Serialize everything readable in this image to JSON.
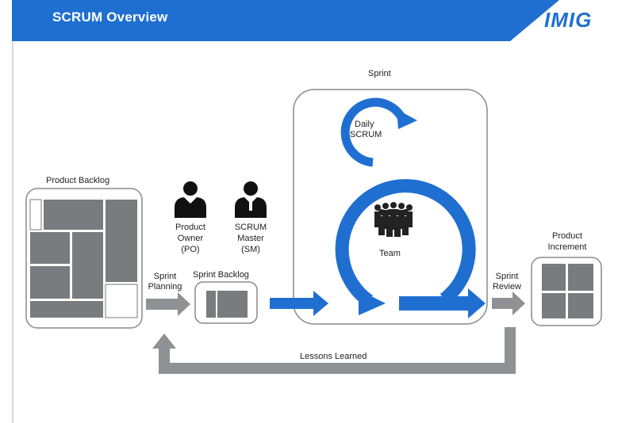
{
  "header": {
    "title": "SCRUM Overview",
    "logo": "IMIG"
  },
  "colors": {
    "brand_blue": "#1f6fd1",
    "arrow_gray": "#8f9194",
    "block_gray": "#7a7b7e"
  },
  "diagram": {
    "sprint_label": "Sprint",
    "daily_scrum": [
      "Daily",
      "SCRUM"
    ],
    "team_label": "Team",
    "product_backlog": "Product Backlog",
    "product_owner": [
      "Product",
      "Owner",
      "(PO)"
    ],
    "scrum_master": [
      "SCRUM",
      "Master",
      "(SM)"
    ],
    "sprint_planning": [
      "Sprint",
      "Planning"
    ],
    "sprint_backlog": "Sprint Backlog",
    "sprint_review": [
      "Sprint",
      "Review"
    ],
    "product_increment": [
      "Product",
      "Increment"
    ],
    "lessons_learned": "Lessons Learned"
  },
  "icons": [
    "person-silhouette-icon",
    "team-group-icon"
  ]
}
